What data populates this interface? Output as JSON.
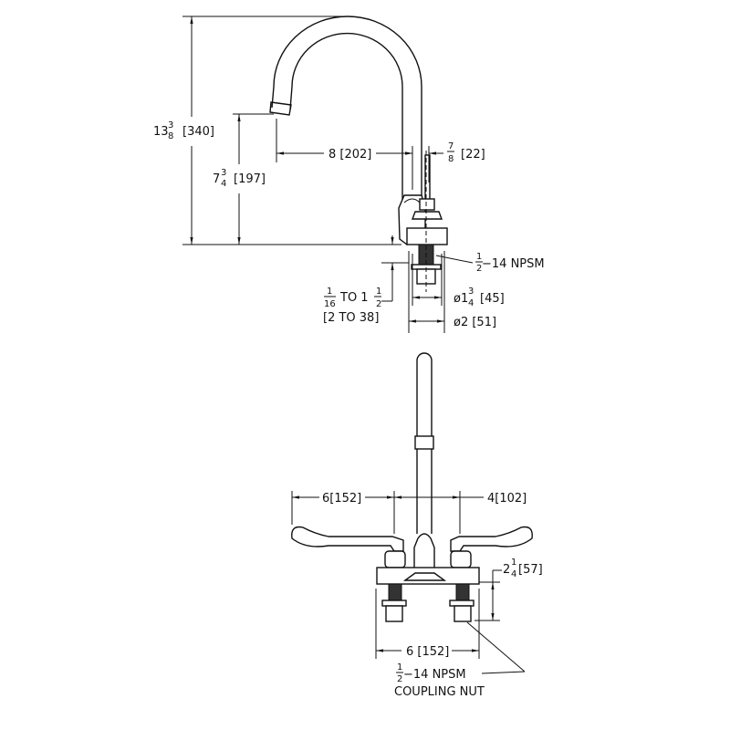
{
  "side_view": {
    "overall_height": {
      "whole": "13",
      "num": "3",
      "den": "8",
      "metric": "[340]"
    },
    "spout_height": {
      "whole": "7",
      "num": "3",
      "den": "4",
      "metric": "[197]"
    },
    "spout_reach": "8 [202]",
    "tube_diameter": {
      "num": "7",
      "den": "8",
      "metric": "[22]"
    },
    "thread": {
      "num": "1",
      "den": "2",
      "rest": "−14 NPSM"
    },
    "deck_thickness": {
      "num": "1",
      "den": "16",
      "mid": "TO 1",
      "num2": "1",
      "den2": "2",
      "metric": "[2 TO 38]"
    },
    "flange_diameter": {
      "pre": "ø1",
      "num": "3",
      "den": "4",
      "metric": "[45]"
    },
    "base_diameter": "ø2 [51]"
  },
  "front_view": {
    "handle_length": "6[152]",
    "spout_offset": "4[102]",
    "shank_length": {
      "whole": "2",
      "num": "1",
      "den": "4",
      "metric": "[57]"
    },
    "centers": "6 [152]",
    "thread": {
      "num": "1",
      "den": "2",
      "rest": "−14 NPSM"
    },
    "coupling": "COUPLING NUT"
  }
}
